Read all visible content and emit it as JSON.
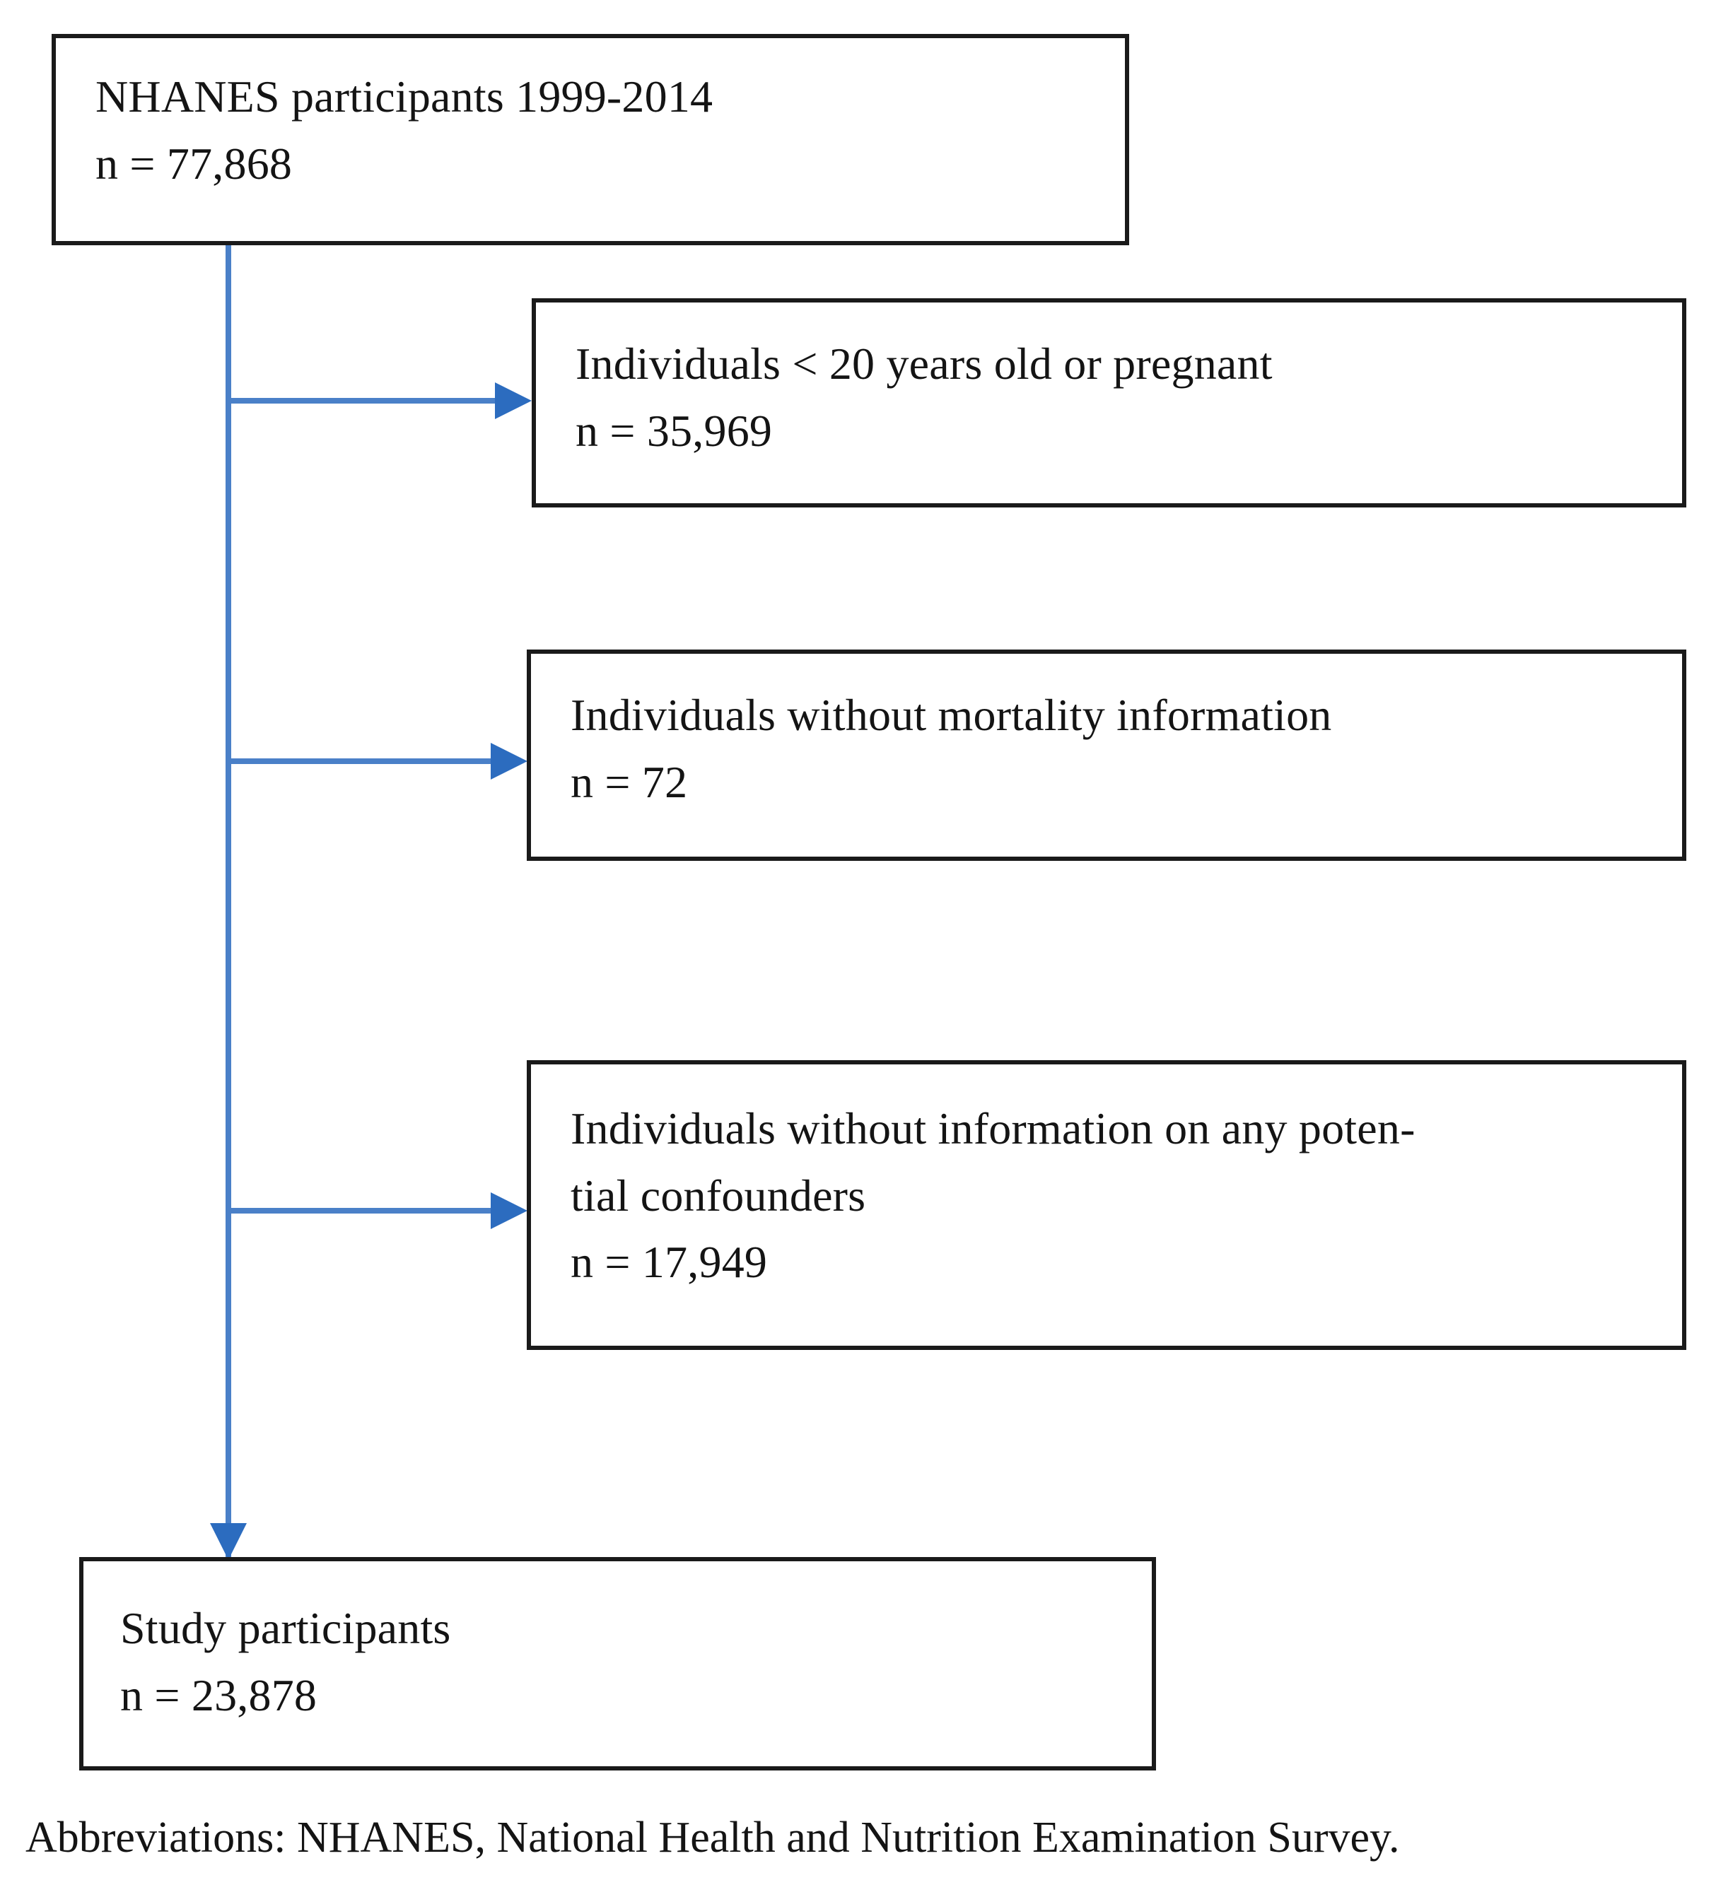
{
  "diagram": {
    "type": "flowchart",
    "orientation": "top-to-bottom-with-right-exclusions",
    "accent_color": "#4a80c8",
    "arrow_color": "#2c6cbf",
    "box_border_color": "#1a1a1a",
    "background_color": "#ffffff",
    "nodes": {
      "source": {
        "title": "NHANES participants 1999-2014",
        "count": "n = 77,868"
      },
      "exclusion_1": {
        "title": "Individuals < 20 years old or pregnant",
        "count": "n = 35,969"
      },
      "exclusion_2": {
        "title": "Individuals without mortality information",
        "count": "n = 72"
      },
      "exclusion_3": {
        "title_line_1": "Individuals without information on any poten-",
        "title_line_2": "tial confounders",
        "count": "n = 17,949"
      },
      "result": {
        "title": "Study participants",
        "count": "n = 23,878"
      }
    },
    "connectors": [
      {
        "name": "trunk",
        "from": "source",
        "to": "result",
        "direction": "down"
      },
      {
        "name": "branch-1",
        "from": "trunk",
        "to": "exclusion_1",
        "direction": "right"
      },
      {
        "name": "branch-2",
        "from": "trunk",
        "to": "exclusion_2",
        "direction": "right"
      },
      {
        "name": "branch-3",
        "from": "trunk",
        "to": "exclusion_3",
        "direction": "right"
      }
    ]
  },
  "footer": {
    "abbreviations": "Abbreviations: NHANES, National Health and Nutrition Examination Survey."
  }
}
